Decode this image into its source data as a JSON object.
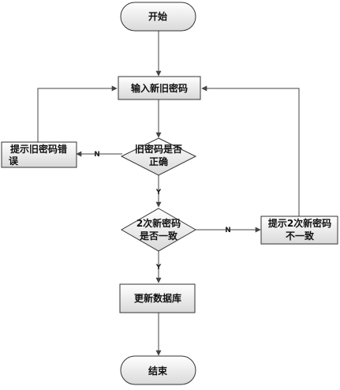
{
  "nodes": {
    "start": "开始",
    "input": "输入新旧密码",
    "check_old": [
      "旧密码是否",
      "正确"
    ],
    "error_old": [
      "提示旧密码错",
      "误"
    ],
    "check_match": [
      "2次新密码",
      "是否一致"
    ],
    "error_match": [
      "提示2次新密码",
      "不一致"
    ],
    "update": "更新数据库",
    "end": "结束"
  },
  "edges": {
    "yes": "Y",
    "no": "N"
  },
  "colors": {
    "fill_top": "#ffffff",
    "fill_bottom": "#d9d9d9",
    "stroke": "#333333",
    "line": "#444444"
  }
}
